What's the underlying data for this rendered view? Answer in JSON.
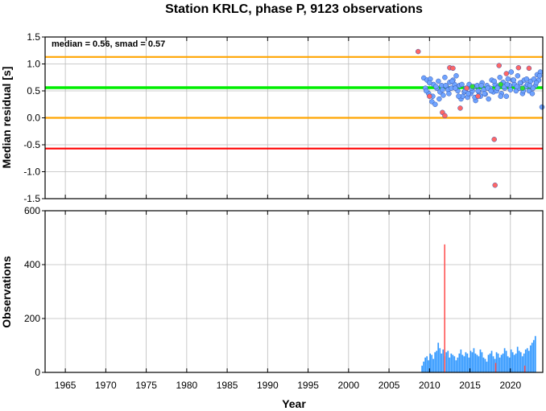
{
  "chart_data": [
    {
      "type": "scatter",
      "title": "Station KRLC, phase P, 9123 observations",
      "annotation": "median = 0.56, smad = 0.57",
      "xlabel": "",
      "ylabel": "Median residual [s]",
      "xlim": [
        1962.5,
        2024.0
      ],
      "ylim": [
        -1.5,
        1.5
      ],
      "yticks": [
        "-1.5",
        "-1.0",
        "-0.5",
        "0.0",
        "0.5",
        "1.0",
        "1.5"
      ],
      "grid": true,
      "reference_lines": [
        {
          "value": 1.13,
          "color": "#ffa500"
        },
        {
          "value": 0.56,
          "color": "#00ee00"
        },
        {
          "value": 0.0,
          "color": "#ffa500"
        },
        {
          "value": -0.57,
          "color": "#ff0000"
        }
      ],
      "series": [
        {
          "color": "#6fa3ff",
          "x": [
            2009.3,
            2009.5,
            2009.7,
            2009.9,
            2010.1,
            2010.3,
            2010.5,
            2010.7,
            2010.9,
            2011.1,
            2011.3,
            2011.5,
            2011.7,
            2011.9,
            2012.1,
            2012.3,
            2012.5,
            2012.7,
            2012.9,
            2013.1,
            2013.3,
            2013.5,
            2013.7,
            2013.9,
            2014.1,
            2014.3,
            2014.5,
            2014.7,
            2014.9,
            2015.1,
            2015.3,
            2015.5,
            2015.7,
            2015.9,
            2016.1,
            2016.3,
            2016.5,
            2016.7,
            2016.9,
            2017.1,
            2017.3,
            2017.5,
            2017.7,
            2017.9,
            2018.1,
            2018.3,
            2018.5,
            2018.7,
            2018.9,
            2019.1,
            2019.3,
            2019.5,
            2019.7,
            2019.9,
            2020.1,
            2020.3,
            2020.5,
            2020.7,
            2020.9,
            2021.1,
            2021.3,
            2021.5,
            2021.7,
            2021.9,
            2022.1,
            2022.3,
            2022.5,
            2022.7,
            2022.9,
            2023.1,
            2023.3,
            2023.5,
            2023.7,
            2023.9,
            2009.6,
            2010.0,
            2010.4,
            2010.8,
            2011.2,
            2011.6,
            2012.0,
            2012.4,
            2012.8,
            2013.2,
            2013.6,
            2014.0,
            2014.4,
            2014.8,
            2015.2,
            2015.6,
            2016.0,
            2016.4,
            2016.8,
            2017.2,
            2017.6,
            2018.0,
            2018.4,
            2018.8,
            2019.2,
            2019.6,
            2020.0,
            2020.4,
            2020.8,
            2021.2,
            2021.6,
            2022.0,
            2022.4,
            2022.8,
            2023.2,
            2023.6
          ],
          "y": [
            0.74,
            0.55,
            0.7,
            0.45,
            0.72,
            0.3,
            0.62,
            0.25,
            0.55,
            0.68,
            0.48,
            0.6,
            0.42,
            0.75,
            0.58,
            0.52,
            0.66,
            0.55,
            0.7,
            0.62,
            0.78,
            0.5,
            0.6,
            0.35,
            0.4,
            0.48,
            0.55,
            0.38,
            0.62,
            0.45,
            0.5,
            0.58,
            0.32,
            0.6,
            0.48,
            0.4,
            0.65,
            0.52,
            0.44,
            0.6,
            0.35,
            0.55,
            0.7,
            0.48,
            0.62,
            0.5,
            0.58,
            0.75,
            0.45,
            0.66,
            0.55,
            0.4,
            0.72,
            0.6,
            0.85,
            0.7,
            0.62,
            0.5,
            0.78,
            0.55,
            0.65,
            0.45,
            0.7,
            0.58,
            0.62,
            0.5,
            0.68,
            0.45,
            0.72,
            0.6,
            0.8,
            0.7,
            0.85,
            0.2,
            0.5,
            0.65,
            0.4,
            0.58,
            0.35,
            0.52,
            0.6,
            0.45,
            0.68,
            0.55,
            0.4,
            0.62,
            0.5,
            0.45,
            0.55,
            0.38,
            0.5,
            0.6,
            0.45,
            0.55,
            0.5,
            0.68,
            0.55,
            0.4,
            0.58,
            0.62,
            0.52,
            0.7,
            0.58,
            0.65,
            0.5,
            0.72,
            0.6,
            0.55,
            0.65,
            0.78
          ]
        },
        {
          "color": "#ff6666",
          "x": [
            2008.6,
            2010.0,
            2011.6,
            2011.9,
            2012.5,
            2012.9,
            2013.8,
            2014.6,
            2016.0,
            2018.0,
            2018.1,
            2018.6,
            2019.5,
            2021.0,
            2022.3
          ],
          "y": [
            1.23,
            0.4,
            0.1,
            0.04,
            0.93,
            0.92,
            0.18,
            0.55,
            0.4,
            -0.4,
            -1.25,
            0.97,
            0.82,
            0.93,
            0.92
          ]
        },
        {
          "color": "#33dd33",
          "x": [
            2015.3,
            2018.8,
            2021.5
          ],
          "y": [
            0.58,
            0.62,
            0.55
          ]
        }
      ]
    },
    {
      "type": "bar",
      "xlabel": "Year",
      "ylabel": "Observations",
      "xlim": [
        1962.5,
        2024.0
      ],
      "ylim": [
        0,
        600
      ],
      "yticks": [
        "0",
        "200",
        "400",
        "600"
      ],
      "xticks": [
        "1965",
        "1970",
        "1975",
        "1980",
        "1985",
        "1990",
        "1995",
        "2000",
        "2005",
        "2010",
        "2015",
        "2020"
      ],
      "grid": true,
      "series": [
        {
          "color": "#3399ff",
          "start": 2009.0,
          "step": 0.2,
          "values": [
            25,
            40,
            55,
            60,
            45,
            70,
            65,
            50,
            75,
            80,
            110,
            90,
            70,
            85,
            60,
            75,
            80,
            55,
            70,
            65,
            60,
            45,
            55,
            70,
            85,
            65,
            60,
            75,
            70,
            55,
            80,
            75,
            90,
            70,
            65,
            60,
            85,
            75,
            55,
            50,
            40,
            65,
            70,
            80,
            60,
            50,
            75,
            70,
            55,
            65,
            70,
            90,
            80,
            60,
            55,
            85,
            75,
            65,
            70,
            95,
            80,
            75,
            60,
            70,
            85,
            90,
            80,
            100,
            110,
            120,
            135
          ]
        },
        {
          "color": "#ff5555",
          "spikes": [
            {
              "x": 2011.8,
              "value": 475
            },
            {
              "x": 2018.1,
              "value": 35
            },
            {
              "x": 2021.7,
              "value": 25
            }
          ]
        }
      ]
    }
  ]
}
